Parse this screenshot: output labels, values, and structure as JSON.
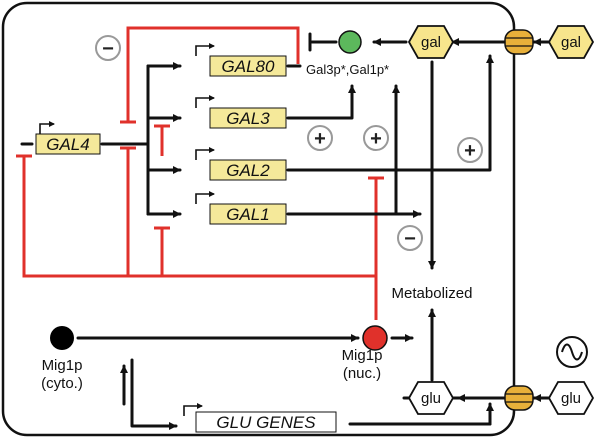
{
  "genes": {
    "gal4": "GAL4",
    "gal80": "GAL80",
    "gal3": "GAL3",
    "gal2": "GAL2",
    "gal1": "GAL1",
    "glu_genes": "GLU GENES"
  },
  "nodes": {
    "gal_inside": "gal",
    "gal_outside": "gal",
    "glu_inside": "glu",
    "glu_outside": "glu",
    "gal3p_gal1p": "Gal3p*,Gal1p*",
    "metabolized": "Metabolized",
    "mig1p_cyto_line1": "Mig1p",
    "mig1p_cyto_line2": "(cyto.)",
    "mig1p_nuc_line1": "Mig1p",
    "mig1p_nuc_line2": "(nuc.)"
  },
  "signs": {
    "minus_top": "−",
    "plus_gal3": "+",
    "plus_mid": "+",
    "plus_gal2": "+",
    "minus_bottom": "−"
  },
  "colors": {
    "repression": "#e0312b",
    "activation": "#111111",
    "gene_box": "#f5e99a",
    "nutrient_box": "#f7e58c",
    "gal80_complex_node": "#5cb85c",
    "mig1p_nuc_node": "#e0312b",
    "mig1p_cyto_node": "#000000",
    "transporter": "#e8b03a"
  },
  "icons": {
    "oscillation": "sine-wave-icon"
  }
}
